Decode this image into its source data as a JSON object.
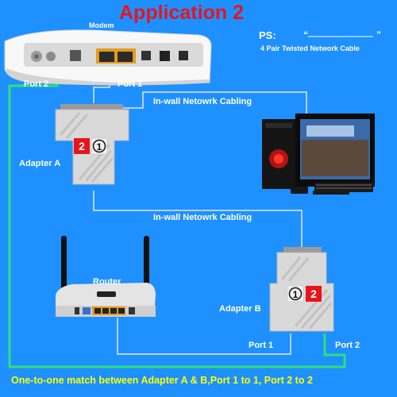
{
  "title": "Application 2",
  "ps": {
    "label": "PS:",
    "quote_open": "“",
    "quote_close": "”",
    "cable_type": "4 Pair Twisted Network Cable"
  },
  "devices": {
    "modem": "Modem",
    "router": "Router",
    "adapter_a": "Adapter A",
    "adapter_b": "Adapter B"
  },
  "ports": {
    "modem_port2": "Port 2",
    "modem_port1": "Port 1",
    "adapter_b_port1": "Port 1",
    "adapter_b_port2": "Port 2"
  },
  "cabling": {
    "top": "In-wall Netowrk Cabling",
    "middle": "In-wall Netowrk Cabling"
  },
  "adapter_badges": {
    "a_left": "2",
    "a_right": "1",
    "b_left": "1",
    "b_right": "2"
  },
  "footer": "One-to-one match between Adapter A & B,Port 1 to 1, Port 2 to 2",
  "colors": {
    "background": "#1e90ff",
    "title": "#e8141b",
    "cable_gray": "#e6e6e6",
    "cable_green": "#2ee07a",
    "footer": "#ffff00",
    "badge_red": "#e8141b"
  }
}
